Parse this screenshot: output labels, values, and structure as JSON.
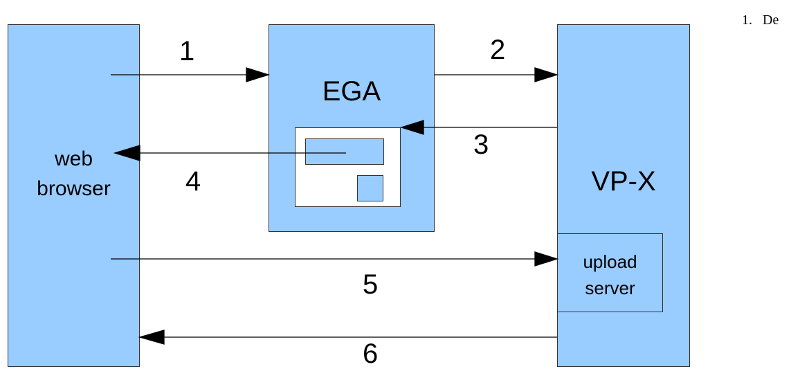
{
  "diagram": {
    "nodes": {
      "web_browser": {
        "line1": "web",
        "line2": "browser"
      },
      "ega": {
        "label": "EGA"
      },
      "vpx": {
        "label": "VP-X"
      },
      "upload_server": {
        "line1": "upload",
        "line2": "server"
      }
    },
    "edges": [
      {
        "id": "1",
        "label": "1",
        "from": "web browser",
        "to": "EGA"
      },
      {
        "id": "2",
        "label": "2",
        "from": "EGA",
        "to": "VP-X"
      },
      {
        "id": "3",
        "label": "3",
        "from": "VP-X",
        "to": "EGA"
      },
      {
        "id": "4",
        "label": "4",
        "from": "EGA",
        "to": "web browser"
      },
      {
        "id": "5",
        "label": "5",
        "from": "web browser",
        "to": "upload server"
      },
      {
        "id": "6",
        "label": "6",
        "from": "VP-X",
        "to": "web browser"
      }
    ],
    "colors": {
      "box_fill": "#99ccff",
      "stroke": "#000000",
      "border": "#333333"
    }
  },
  "side_text": {
    "marker": "1.",
    "text": "De"
  }
}
